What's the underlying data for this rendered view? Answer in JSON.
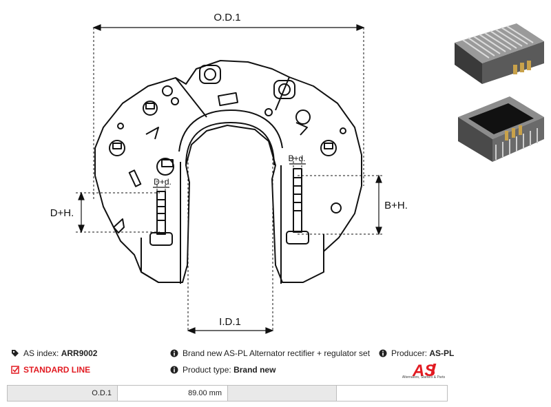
{
  "drawing": {
    "labels": {
      "od1": "O.D.1",
      "id1": "I.D.1",
      "dh": "D+H.",
      "dd": "D+d.",
      "bh": "B+H.",
      "bd": "B+d."
    }
  },
  "photos": {
    "top": "heatsink-regulator-photo",
    "bottom": "regulator-underside-photo"
  },
  "info": {
    "index_label": "AS index:",
    "index_value": "ARR9002",
    "standard_line": "STANDARD LINE",
    "description": "Brand new AS-PL Alternator rectifier + regulator set",
    "product_type_label": "Product type:",
    "product_type_value": "Brand new",
    "producer_label": "Producer:",
    "producer_value": "AS-PL"
  },
  "logo": {
    "mark": "AS",
    "tagline": "Alternators, Starters & Parts",
    "color": "#e21b22"
  },
  "spec_table": {
    "rows": [
      {
        "label": "O.D.1",
        "value": "89.00 mm",
        "label2": "",
        "value2": ""
      }
    ]
  }
}
